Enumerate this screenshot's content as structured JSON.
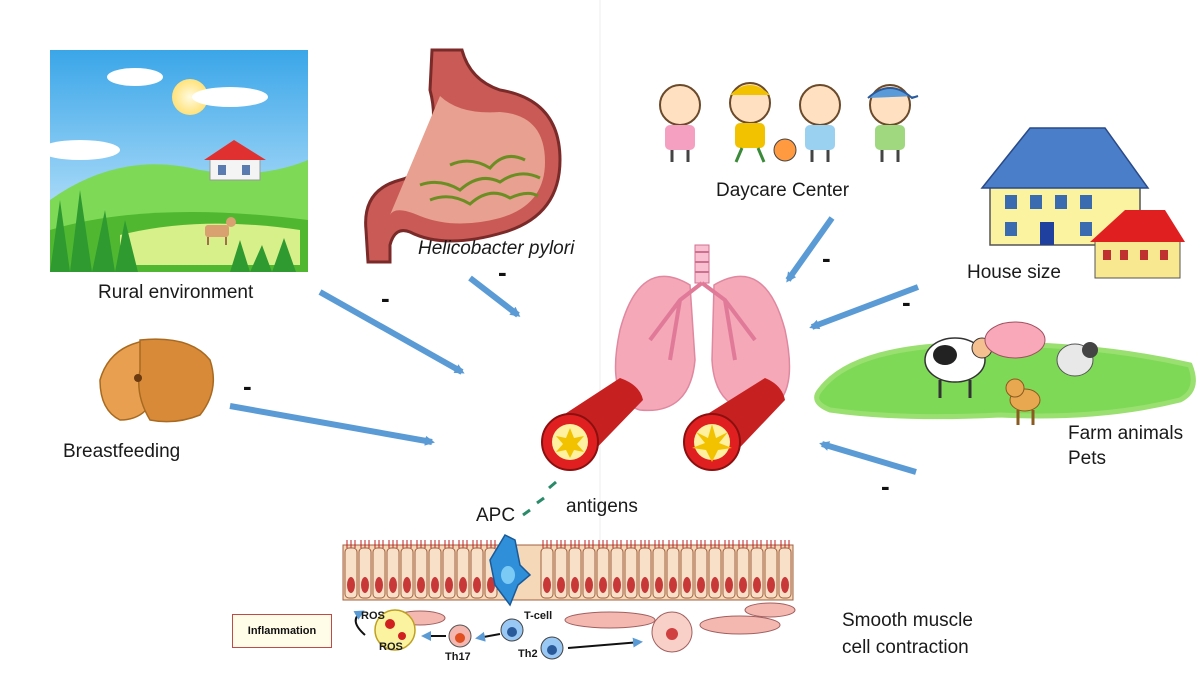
{
  "labels": {
    "rural": "Rural environment",
    "hpylori": "Helicobacter pylori",
    "daycare": "Daycare Center",
    "house": "House size",
    "breastfeeding": "Breastfeeding",
    "farm1": "Farm animals",
    "farm2": "Pets",
    "antigens": "antigens",
    "apc": "APC",
    "smooth1": "Smooth muscle",
    "smooth2": "cell contraction",
    "inflammation": "Inflammation",
    "ros1": "ROS",
    "ros2": "ROS",
    "tcell": "T-cell",
    "th17": "Th17",
    "th2": "Th2"
  },
  "minus": "-",
  "colors": {
    "arrow": "#5b9bd5",
    "lung": "#f5a8b8",
    "airway": "#d9261c",
    "grass": "#66cc33",
    "sky": "#5bb8f0"
  }
}
